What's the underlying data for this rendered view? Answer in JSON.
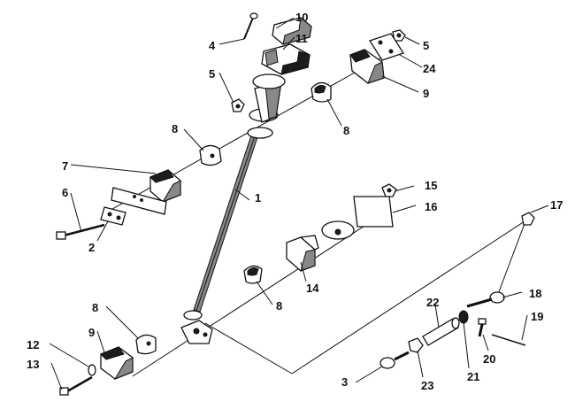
{
  "diagram": {
    "labels": [
      "1",
      "2",
      "3",
      "4",
      "5",
      "5",
      "6",
      "7",
      "8",
      "8",
      "8",
      "8",
      "9",
      "9",
      "10",
      "11",
      "12",
      "13",
      "14",
      "15",
      "16",
      "17",
      "18",
      "19",
      "20",
      "21",
      "22",
      "23",
      "24"
    ]
  }
}
